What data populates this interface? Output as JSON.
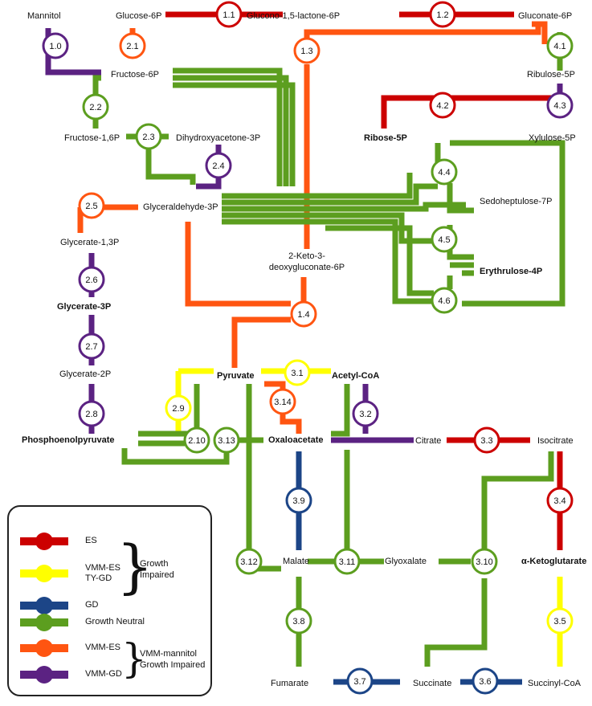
{
  "metabolites": {
    "mannitol": "Mannitol",
    "glucose_6p": "Glucose-6P",
    "glucono_lactone": "Glucono-1,5-lactone-6P",
    "gluconate_6p": "Gluconate-6P",
    "fructose_6p": "Fructose-6P",
    "ribulose_5p": "Ribulose-5P",
    "fructose_16p": "Fructose-1,6P",
    "dhap": "Dihydroxyacetone-3P",
    "ribose_5p": "Ribose-5P",
    "xylulose_5p": "Xylulose-5P",
    "gap": "Glyceraldehyde-3P",
    "sedoheptulose": "Sedoheptulose-7P",
    "glycerate_13p": "Glycerate-1,3P",
    "kdpg_line1": "2-Keto-3-",
    "kdpg_line2": "deoxygluconate-6P",
    "erythrulose": "Erythrulose-4P",
    "glycerate_3p": "Glycerate-3P",
    "glycerate_2p": "Glycerate-2P",
    "pyruvate": "Pyruvate",
    "acetyl_coa": "Acetyl-CoA",
    "pep": "Phosphoenolpyruvate",
    "oxaloacetate": "Oxaloacetate",
    "citrate": "Citrate",
    "isocitrate": "Isocitrate",
    "malate": "Malate",
    "glyoxalate": "Glyoxalate",
    "akg": "α-Ketoglutarate",
    "fumarate": "Fumarate",
    "succinate": "Succinate",
    "succinyl_coa": "Succinyl-CoA"
  },
  "reactions": [
    {
      "id": "1.0",
      "status": "VMM-GD"
    },
    {
      "id": "1.1",
      "status": "ES"
    },
    {
      "id": "1.2",
      "status": "ES"
    },
    {
      "id": "1.3",
      "status": "VMM-ES"
    },
    {
      "id": "1.4",
      "status": "VMM-ES"
    },
    {
      "id": "2.1",
      "status": "VMM-ES"
    },
    {
      "id": "2.2",
      "status": "Growth Neutral"
    },
    {
      "id": "2.3",
      "status": "Growth Neutral"
    },
    {
      "id": "2.4",
      "status": "VMM-GD"
    },
    {
      "id": "2.5",
      "status": "VMM-ES"
    },
    {
      "id": "2.6",
      "status": "VMM-GD"
    },
    {
      "id": "2.7",
      "status": "VMM-GD"
    },
    {
      "id": "2.8",
      "status": "VMM-GD"
    },
    {
      "id": "2.9",
      "status": "VMM-ES / TY-GD"
    },
    {
      "id": "2.10",
      "status": "Growth Neutral"
    },
    {
      "id": "3.1",
      "status": "VMM-ES / TY-GD"
    },
    {
      "id": "3.2",
      "status": "VMM-GD"
    },
    {
      "id": "3.3",
      "status": "ES"
    },
    {
      "id": "3.4",
      "status": "ES"
    },
    {
      "id": "3.5",
      "status": "VMM-ES / TY-GD"
    },
    {
      "id": "3.6",
      "status": "GD"
    },
    {
      "id": "3.7",
      "status": "GD"
    },
    {
      "id": "3.8",
      "status": "Growth Neutral"
    },
    {
      "id": "3.9",
      "status": "GD"
    },
    {
      "id": "3.10",
      "status": "Growth Neutral"
    },
    {
      "id": "3.11",
      "status": "Growth Neutral"
    },
    {
      "id": "3.12",
      "status": "Growth Neutral"
    },
    {
      "id": "3.13",
      "status": "Growth Neutral"
    },
    {
      "id": "3.14",
      "status": "VMM-ES"
    },
    {
      "id": "4.1",
      "status": "Growth Neutral"
    },
    {
      "id": "4.2",
      "status": "ES"
    },
    {
      "id": "4.3",
      "status": "VMM-GD"
    },
    {
      "id": "4.4",
      "status": "Growth Neutral"
    },
    {
      "id": "4.5",
      "status": "Growth Neutral"
    },
    {
      "id": "4.6",
      "status": "Growth Neutral"
    }
  ],
  "colors": {
    "es": "#cc0000",
    "vmm_es_ty_gd": "#ffff00",
    "gd": "#1c4587",
    "neutral": "#5c9e1f",
    "vmm_es": "#ff5511",
    "vmm_gd": "#5b2282"
  },
  "legend": {
    "items": [
      {
        "label": "ES",
        "color_key": "es"
      },
      {
        "label_line1": "VMM-ES",
        "label_line2": "TY-GD",
        "color_key": "vmm_es_ty_gd"
      },
      {
        "label": "GD",
        "color_key": "gd"
      },
      {
        "label": "Growth Neutral",
        "color_key": "neutral"
      },
      {
        "label": "VMM-ES",
        "color_key": "vmm_es"
      },
      {
        "label": "VMM-GD",
        "color_key": "vmm_gd"
      }
    ],
    "group1_line1": "Growth",
    "group1_line2": "Impaired",
    "group2_line1": "VMM-mannitol",
    "group2_line2": "Growth Impaired"
  }
}
